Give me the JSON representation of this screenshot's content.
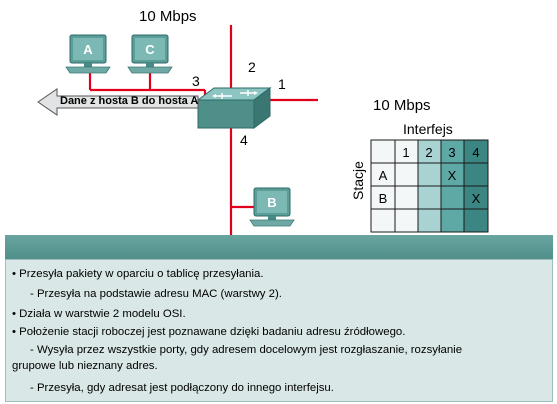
{
  "top_speed": "10 Mbps",
  "right_speed": "10 Mbps",
  "ports": [
    "1",
    "2",
    "3",
    "4"
  ],
  "hosts": [
    "A",
    "C",
    "B"
  ],
  "arrow_label": "Dane z hosta B do hosta A",
  "table": {
    "title": "Interfejs",
    "side_label": "Stacje",
    "columns": [
      "1",
      "2",
      "3",
      "4"
    ],
    "rows": [
      {
        "station": "A",
        "marks": [
          "",
          "",
          "X",
          ""
        ]
      },
      {
        "station": "B",
        "marks": [
          "",
          "",
          "",
          "X"
        ]
      },
      {
        "station": "",
        "marks": [
          "",
          "",
          "",
          ""
        ]
      }
    ]
  },
  "colors": {
    "segment": "#e0001b",
    "header": "#5e9c97",
    "panel": "#d9e7e6",
    "col1": "#f4f7f8",
    "col2": "#a8d3d2",
    "col3": "#5ea8a6",
    "col4": "#3b8683"
  },
  "panel_lines": [
    "• Przesyła pakiety w oparciu o tablicę przesyłania.",
    "- Przesyła na podstawie adresu MAC (warstwy 2).",
    "• Działa w warstwie 2 modelu OSI.",
    "• Położenie stacji roboczej jest poznawane dzięki badaniu adresu źródłowego.",
    "- Wysyła przez wszystkie porty, gdy adresem docelowym jest rozgłaszanie, rozsyłanie",
    "grupowe lub nieznany adres.",
    "- Przesyła, gdy adresat jest podłączony do innego interfejsu."
  ]
}
